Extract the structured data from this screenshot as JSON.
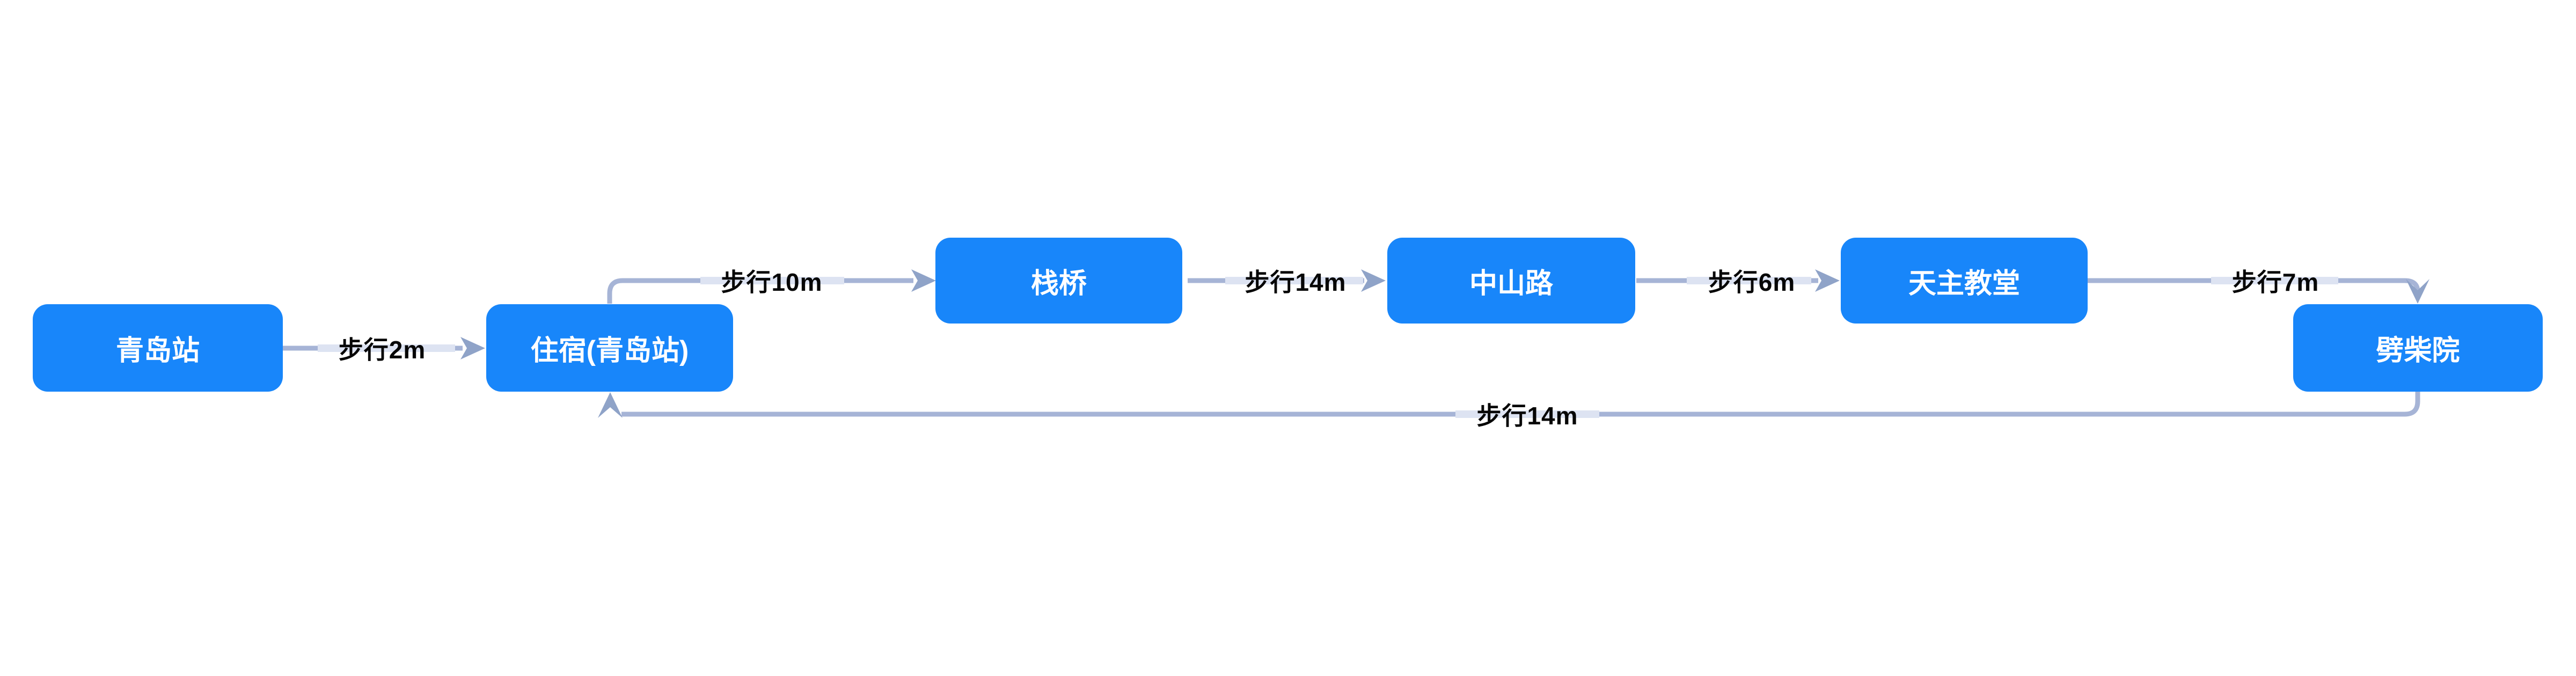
{
  "diagram": {
    "type": "flowchart",
    "direction": "left-to-right",
    "title": "",
    "nodes": [
      {
        "id": "qingdao-station",
        "label": "青岛站"
      },
      {
        "id": "hotel-qingdao-station",
        "label": "住宿(青岛站)"
      },
      {
        "id": "zhanqiao",
        "label": "栈桥"
      },
      {
        "id": "zhongshan-road",
        "label": "中山路"
      },
      {
        "id": "catholic-church",
        "label": "天主教堂"
      },
      {
        "id": "pichaiyuan",
        "label": "劈柴院"
      }
    ],
    "edges": [
      {
        "from": "青岛站",
        "to": "住宿(青岛站)",
        "label": "步行2m"
      },
      {
        "from": "住宿(青岛站)",
        "to": "栈桥",
        "label": "步行10m"
      },
      {
        "from": "栈桥",
        "to": "中山路",
        "label": "步行14m"
      },
      {
        "from": "中山路",
        "to": "天主教堂",
        "label": "步行6m"
      },
      {
        "from": "天主教堂",
        "to": "劈柴院",
        "label": "步行7m"
      },
      {
        "from": "劈柴院",
        "to": "住宿(青岛站)",
        "label": "步行14m"
      }
    ],
    "colors": {
      "node_fill": "#1886fa",
      "node_text": "#ffffff",
      "edge_line": "#a6b4d6",
      "edge_arrow": "#8fa3c8",
      "edge_label_halo": "#dde3f2",
      "edge_label_text": "#060606",
      "background": "#ffffff"
    }
  }
}
